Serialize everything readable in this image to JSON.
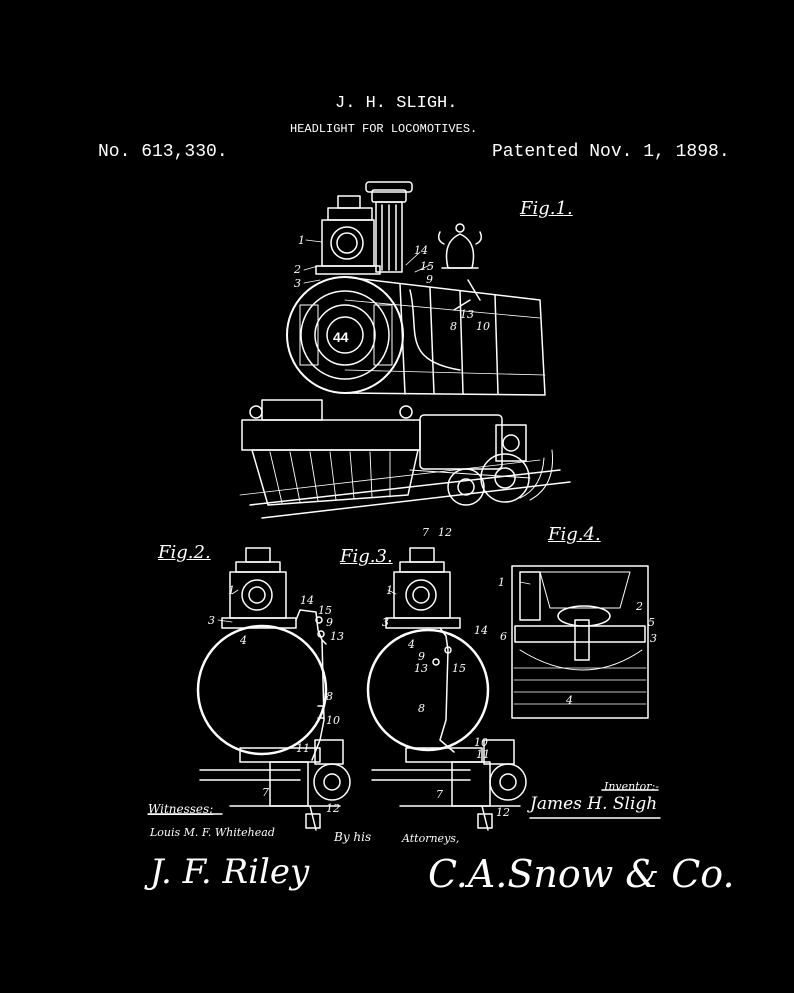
{
  "header": {
    "inventor": "J. H. SLIGH.",
    "title": "HEADLIGHT FOR LOCOMOTIVES.",
    "patent_number": "No. 613,330.",
    "patent_date": "Patented Nov. 1, 1898."
  },
  "figures": {
    "fig1": "Fig.1.",
    "fig2": "Fig.2.",
    "fig3": "Fig.3.",
    "fig4": "Fig.4."
  },
  "engine_number": "44",
  "ref_numbers": {
    "f1": [
      "1",
      "2",
      "3",
      "14",
      "15",
      "9",
      "13",
      "8",
      "10",
      "7",
      "12"
    ],
    "f2": [
      "1",
      "3",
      "14",
      "15",
      "9",
      "13",
      "4",
      "8",
      "10",
      "11",
      "7",
      "12"
    ],
    "f3": [
      "1",
      "3",
      "14",
      "4",
      "9",
      "13",
      "15",
      "8",
      "10",
      "11",
      "7",
      "12"
    ],
    "f4": [
      "1",
      "2",
      "5",
      "3",
      "6",
      "4"
    ]
  },
  "signatures": {
    "witnesses_label": "Witnesses:",
    "witness_name": "Louis M. F. Whitehead",
    "by_his": "By his",
    "attorneys": "Attorneys,",
    "inventor_label": "Inventor:-",
    "inventor_name": "James H. Sligh",
    "witness_signature": "J. F. Riley",
    "attorney_signature": "C.A.Snow & Co."
  },
  "colors": {
    "background": "#000000",
    "ink": "#ffffff"
  }
}
